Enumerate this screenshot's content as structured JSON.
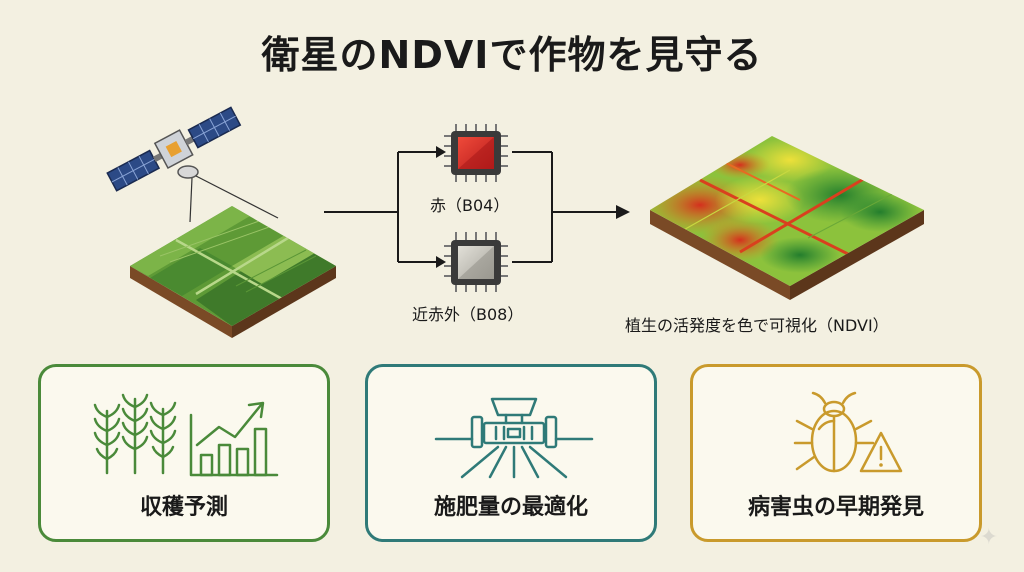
{
  "title": "衛星のNDVIで作物を見守る",
  "bands": {
    "red": {
      "label": "赤（B04）",
      "color": "#d42a2a"
    },
    "nir": {
      "label": "近赤外（B08）",
      "color": "#c4c2bb"
    }
  },
  "result_label": "植生の活発度を色で可視化（NDVI）",
  "cards": [
    {
      "label": "収穫予測",
      "icon": "wheat-growth-chart-icon",
      "color": "#4a8a3a"
    },
    {
      "label": "施肥量の最適化",
      "icon": "fertilizer-spreader-icon",
      "color": "#2f7a78"
    },
    {
      "label": "病害虫の早期発見",
      "icon": "beetle-warning-icon",
      "color": "#c99a2c"
    }
  ]
}
